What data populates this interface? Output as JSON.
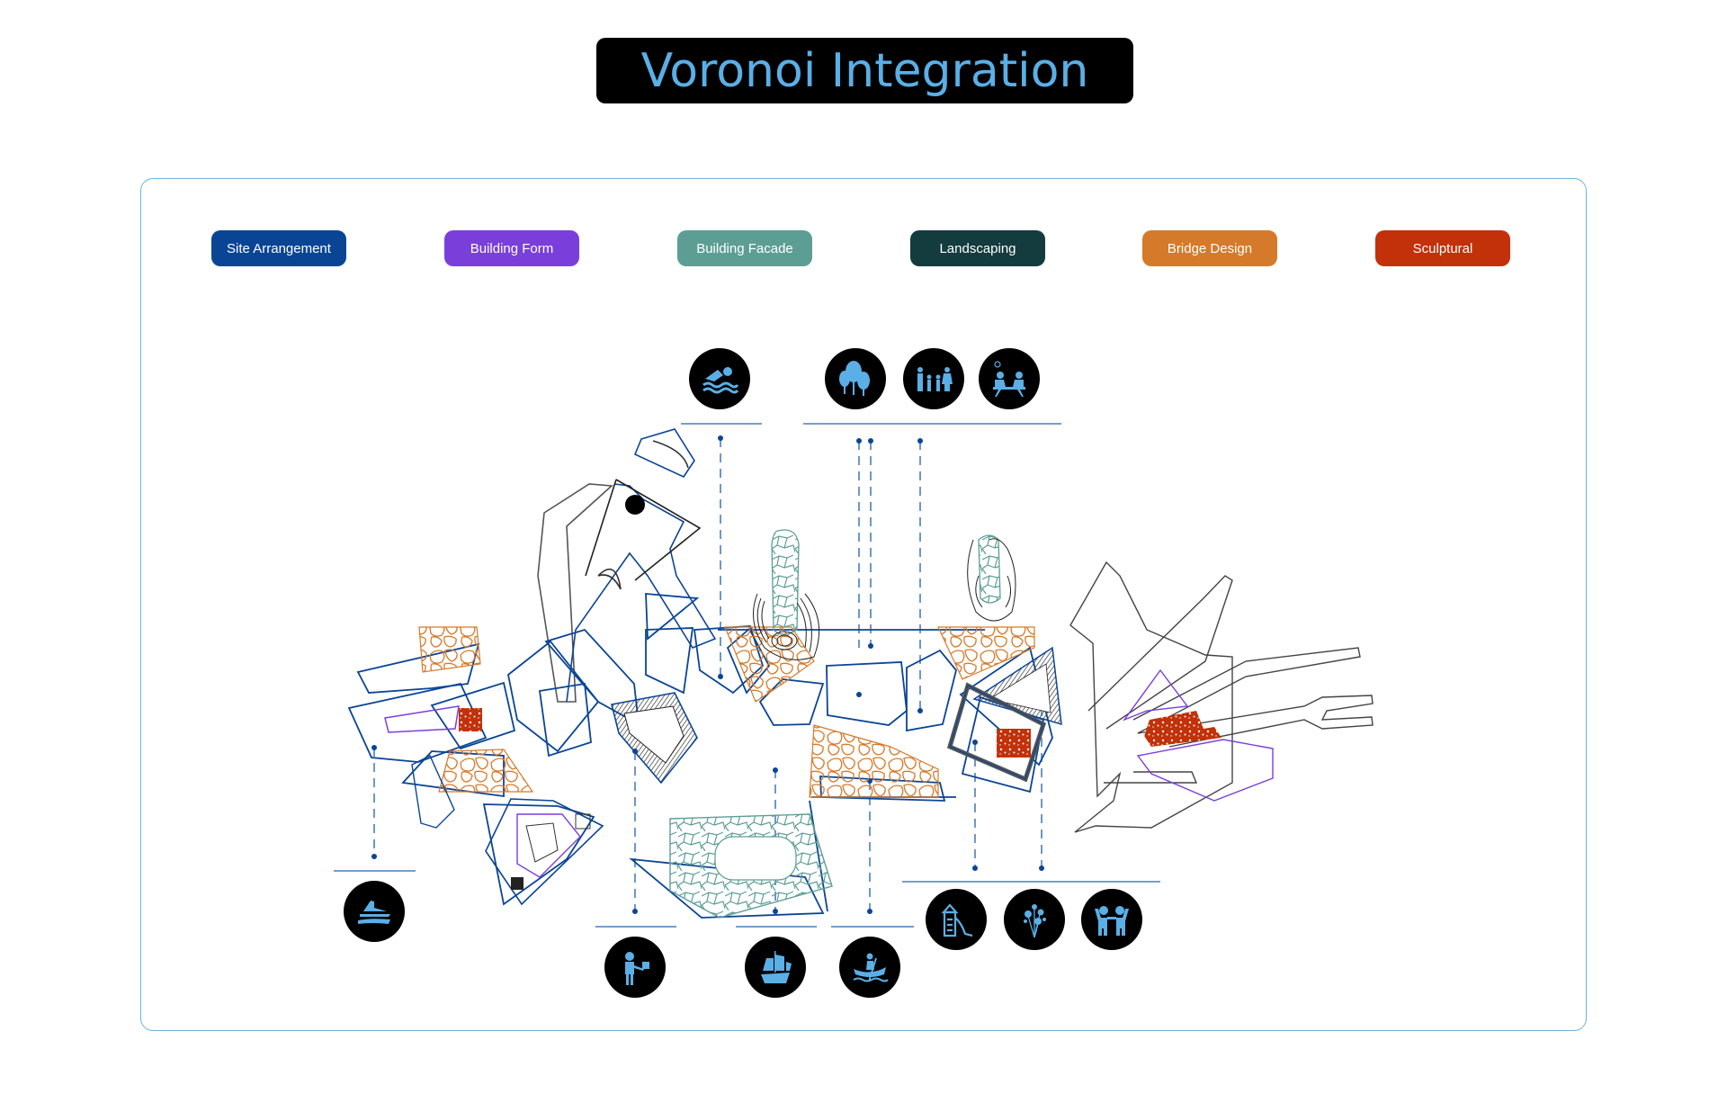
{
  "title": "Voronoi Integration",
  "categories": [
    {
      "label": "Site Arrangement",
      "color": "#0a4595"
    },
    {
      "label": "Building Form",
      "color": "#7a3fdb"
    },
    {
      "label": "Building Facade",
      "color": "#5c9e94"
    },
    {
      "label": "Landscaping",
      "color": "#143b3d"
    },
    {
      "label": "Bridge Design",
      "color": "#d57a2a"
    },
    {
      "label": "Sculptural",
      "color": "#c2310a"
    }
  ],
  "activity_icons": {
    "top": [
      {
        "name": "swimming-icon",
        "meaning": "Swimming"
      },
      {
        "name": "trees-icon",
        "meaning": "Parkland"
      },
      {
        "name": "family-icon",
        "meaning": "Family"
      },
      {
        "name": "picnic-icon",
        "meaning": "Picnic"
      }
    ],
    "bottom": [
      {
        "name": "jet-ski-icon",
        "meaning": "Jet Ski"
      },
      {
        "name": "tour-guide-icon",
        "meaning": "Tour Guide"
      },
      {
        "name": "ship-icon",
        "meaning": "Ship"
      },
      {
        "name": "canoe-icon",
        "meaning": "Canoe"
      },
      {
        "name": "playground-slide-icon",
        "meaning": "Playground"
      },
      {
        "name": "fountain-icon",
        "meaning": "Fountain"
      },
      {
        "name": "children-icon",
        "meaning": "Children"
      }
    ]
  },
  "colors": {
    "title_text": "#5aafe6",
    "icon_fill": "#5aafe6",
    "outline_blue": "#0a4595",
    "leader_line": "#4a7fb8",
    "facade_teal": "#5c9e94",
    "bridge_orange": "#d57a2a",
    "sculptural_red": "#c2310a",
    "form_purple": "#7a3fdb"
  }
}
